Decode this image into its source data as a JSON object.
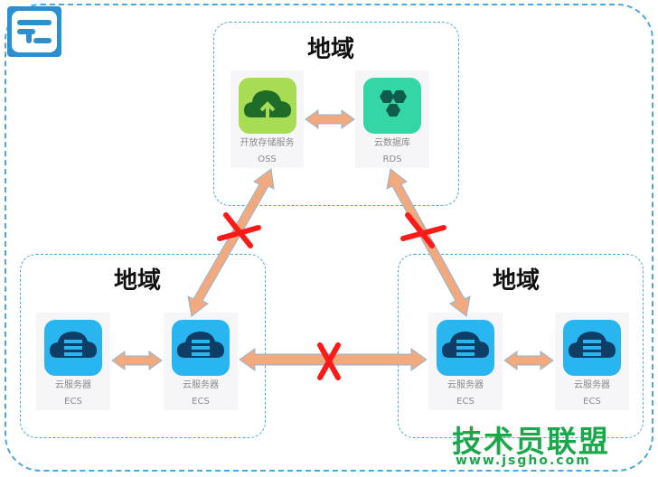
{
  "region_label": "地域",
  "services": {
    "oss": {
      "name": "开放存储服务",
      "abbr": "OSS",
      "icon": "cloud-upload-icon",
      "color": "#a8dc55"
    },
    "rds": {
      "name": "云数据库",
      "abbr": "RDS",
      "icon": "database-hexagons-icon",
      "color": "#35d6a6"
    },
    "ecs_left_1": {
      "name": "云服务器",
      "abbr": "ECS",
      "icon": "server-cloud-icon",
      "color": "#29b6f0"
    },
    "ecs_left_2": {
      "name": "云服务器",
      "abbr": "ECS",
      "icon": "server-cloud-icon",
      "color": "#29b6f0"
    },
    "ecs_right_1": {
      "name": "云服务器",
      "abbr": "ECS",
      "icon": "server-cloud-icon",
      "color": "#29b6f0"
    },
    "ecs_right_2": {
      "name": "云服务器",
      "abbr": "ECS",
      "icon": "server-cloud-icon",
      "color": "#29b6f0"
    }
  },
  "colors": {
    "arrow": "#f2a97e",
    "arrow_stroke": "#8fb7d9",
    "cross": "#ff1a1a",
    "dash": "#4aa8e0"
  },
  "watermark": {
    "title": "技术员联盟",
    "url": "www.jsgho.com"
  }
}
